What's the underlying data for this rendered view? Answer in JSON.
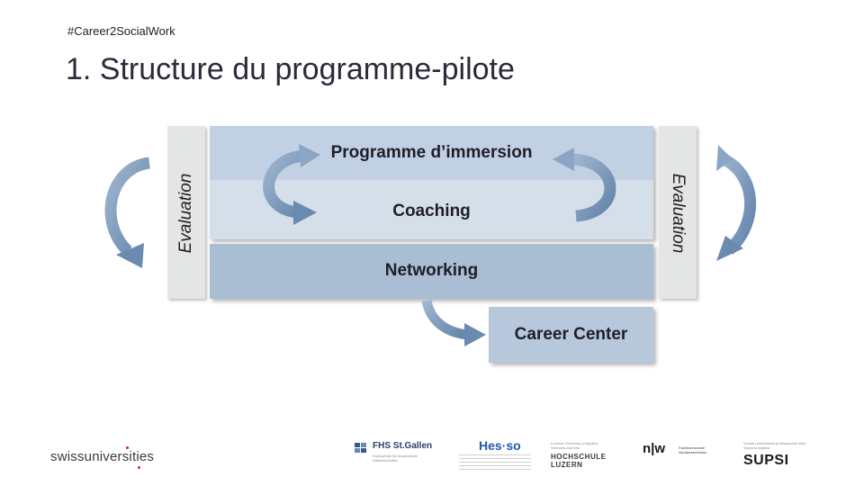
{
  "header": {
    "hashtag": "#Career2SocialWork",
    "title": "1. Structure du programme-pilote"
  },
  "diagram": {
    "eval_left": "Evaluation",
    "eval_right": "Evaluation",
    "immersion": "Programme d’immersion",
    "coaching": "Coaching",
    "networking": "Networking",
    "career_center": "Career Center"
  },
  "logos": {
    "swissuniversities": "swissuniversities",
    "fhs": "FHS St.Gallen",
    "fhs_sub": "Hochschule für Angewandte Wissenschaften",
    "hesso": "Hes·so",
    "hslu_top": "Lucerne University of Applied Sciences and Arts",
    "hslu": "HOCHSCHULE",
    "hslu2": "LUZERN",
    "fhnw_mark": "n|w",
    "fhnw_text": "Fachhochschule Nordwestschweiz",
    "supsi_top": "Scuola universitaria professionale della Svizzera italiana",
    "supsi": "SUPSI"
  },
  "colors": {
    "box_top": "#c1d1e3",
    "box_coaching": "#d5dfea",
    "box_network": "#a9bdd3",
    "arrow": "#7a98ba"
  }
}
